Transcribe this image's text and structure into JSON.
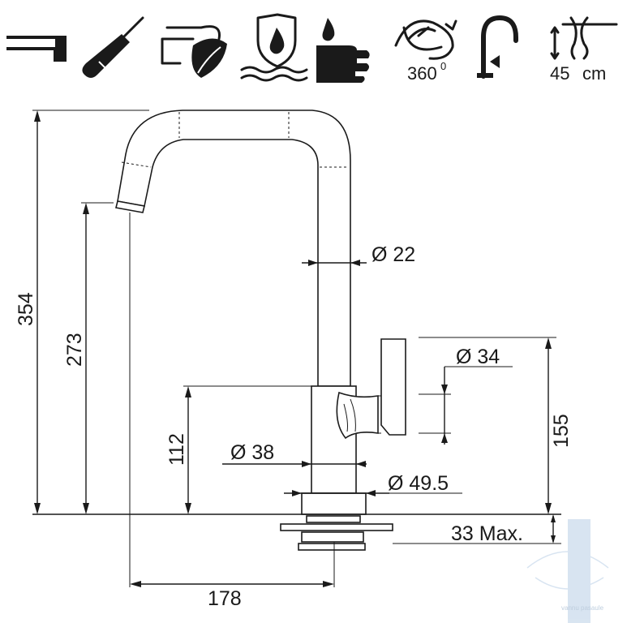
{
  "icons": {
    "spout": "spout-icon",
    "flexible_hose": "flexible-hose-icon",
    "eco_mixer": "eco-mixer-icon",
    "water_protection": "water-protection-icon",
    "hand_wash": "hand-wash-icon",
    "rotation": "rotation-icon",
    "gooseneck": "gooseneck-icon",
    "hose_length": "hose-length-icon"
  },
  "icon_labels": {
    "rotation_value": "360",
    "rotation_unit": "0",
    "hose_length_value": "45",
    "hose_length_unit": "cm"
  },
  "dimensions": {
    "total_height": "354",
    "spout_height": "273",
    "body_height": "112",
    "lever_height": "155",
    "spout_reach": "178",
    "tube_diameter": "Ø 22",
    "lever_diameter": "Ø 34",
    "body_diameter": "Ø 38",
    "base_diameter": "Ø 49.5",
    "counter_thickness": "33 Max."
  },
  "watermark": {
    "brand": "vannu pasaule"
  },
  "colors": {
    "line": "#1a1a1a",
    "background": "#ffffff",
    "watermark": "#b9cfe6"
  }
}
